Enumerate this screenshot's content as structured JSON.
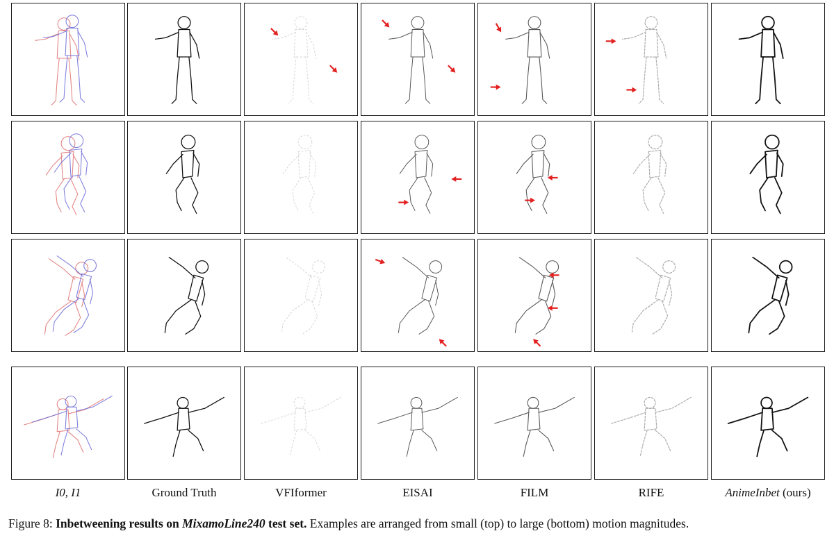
{
  "columns": [
    {
      "label": "I0, I1"
    },
    {
      "label": "Ground Truth"
    },
    {
      "label": "VFIformer"
    },
    {
      "label": "EISAI"
    },
    {
      "label": "FILM"
    },
    {
      "label": "RIFE"
    },
    {
      "label": "AnimeInbet",
      "suffix": "(ours)"
    }
  ],
  "rows": 4,
  "caption": {
    "prefix": "Figure 8: ",
    "bold1": "Inbetweening results on ",
    "bold_italic": "MixamoLine240",
    "bold2": " test set.",
    "rest": " Examples are arranged from small (top) to large (bottom) motion magnitudes."
  },
  "colors": {
    "frame0": "#e07070",
    "frame1": "#6a6ad8",
    "arrow": "#e32020",
    "line": "#111111"
  }
}
